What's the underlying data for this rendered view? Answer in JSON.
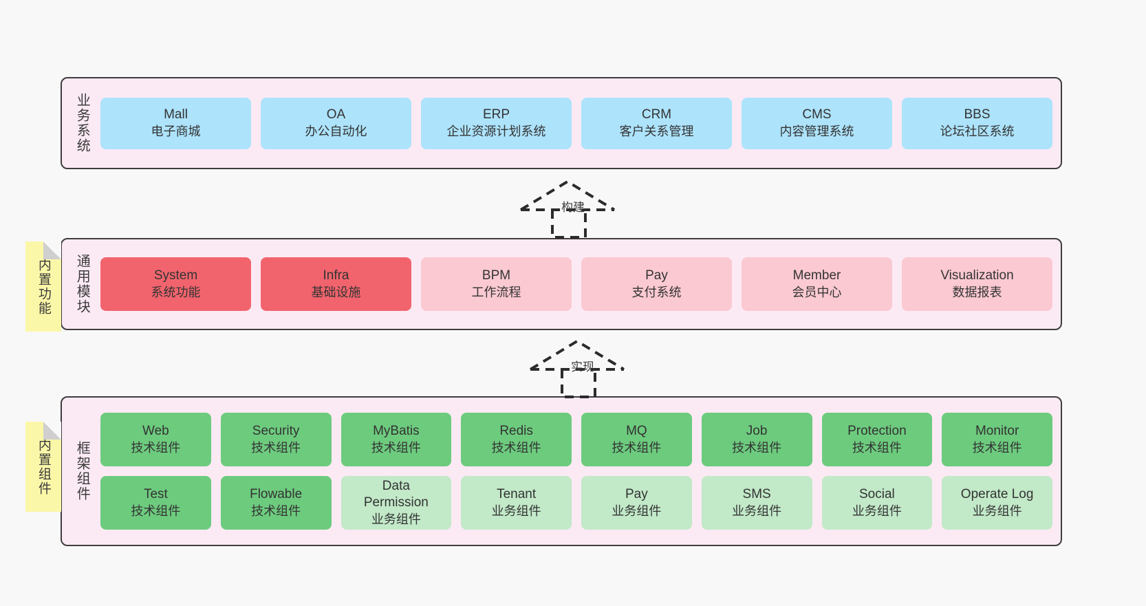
{
  "diagram": {
    "background_color": "#f8f8f8",
    "panel_fill": "#fbeaf4",
    "panel_border": "#3d3d3d",
    "sticky_fill": "#fbf7a8"
  },
  "layers": {
    "business": {
      "title": "业务系统",
      "card_color": "#ade3fb",
      "cards": [
        {
          "name": "Mall",
          "desc": "电子商城"
        },
        {
          "name": "OA",
          "desc": "办公自动化"
        },
        {
          "name": "ERP",
          "desc": "企业资源计划系统"
        },
        {
          "name": "CRM",
          "desc": "客户关系管理"
        },
        {
          "name": "CMS",
          "desc": "内容管理系统"
        },
        {
          "name": "BBS",
          "desc": "论坛社区系统"
        }
      ]
    },
    "common": {
      "title": "通用模块",
      "sticky": "内置功能",
      "card_color_primary": "#f2646d",
      "card_color_secondary": "#fbc9d2",
      "cards": [
        {
          "name": "System",
          "desc": "系统功能",
          "emphasis": "strong"
        },
        {
          "name": "Infra",
          "desc": "基础设施",
          "emphasis": "strong"
        },
        {
          "name": "BPM",
          "desc": "工作流程",
          "emphasis": "light"
        },
        {
          "name": "Pay",
          "desc": "支付系统",
          "emphasis": "light"
        },
        {
          "name": "Member",
          "desc": "会员中心",
          "emphasis": "light"
        },
        {
          "name": "Visualization",
          "desc": "数据报表",
          "emphasis": "light"
        }
      ]
    },
    "framework": {
      "title": "框架组件",
      "sticky": "内置组件",
      "card_color_tech": "#6dcb7e",
      "card_color_biz": "#c2e9c8",
      "row1": [
        {
          "name": "Web",
          "desc": "技术组件"
        },
        {
          "name": "Security",
          "desc": "技术组件"
        },
        {
          "name": "MyBatis",
          "desc": "技术组件"
        },
        {
          "name": "Redis",
          "desc": "技术组件"
        },
        {
          "name": "MQ",
          "desc": "技术组件"
        },
        {
          "name": "Job",
          "desc": "技术组件"
        },
        {
          "name": "Protection",
          "desc": "技术组件"
        },
        {
          "name": "Monitor",
          "desc": "技术组件"
        }
      ],
      "row2": [
        {
          "name": "Test",
          "name2": "",
          "desc": "技术组件"
        },
        {
          "name": "Flowable",
          "name2": "",
          "desc": "技术组件"
        },
        {
          "name": "Data",
          "name2": "Permission",
          "desc": "业务组件"
        },
        {
          "name": "Tenant",
          "name2": "",
          "desc": "业务组件"
        },
        {
          "name": "Pay",
          "name2": "",
          "desc": "业务组件"
        },
        {
          "name": "SMS",
          "name2": "",
          "desc": "业务组件"
        },
        {
          "name": "Social",
          "name2": "",
          "desc": "业务组件"
        },
        {
          "name": "Operate Log",
          "name2": "",
          "desc": "业务组件"
        }
      ]
    }
  },
  "connectors": [
    {
      "id": "build",
      "label": "构建"
    },
    {
      "id": "impl",
      "label": "实现"
    }
  ]
}
